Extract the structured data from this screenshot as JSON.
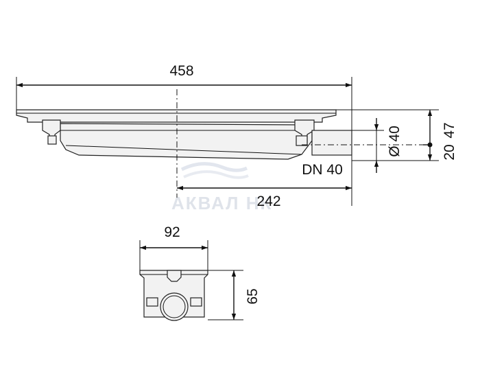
{
  "dimensions": {
    "overall_length": "458",
    "outlet_offset": "242",
    "outlet_diameter": "Ø 40",
    "outlet_nominal": "DN 40",
    "total_height": "47",
    "outlet_height": "20",
    "section_width": "92",
    "section_height": "65"
  },
  "watermark": {
    "text": "АКВАЛ НК"
  },
  "colors": {
    "line": "#111111",
    "watermark": "#dfe3ea"
  }
}
